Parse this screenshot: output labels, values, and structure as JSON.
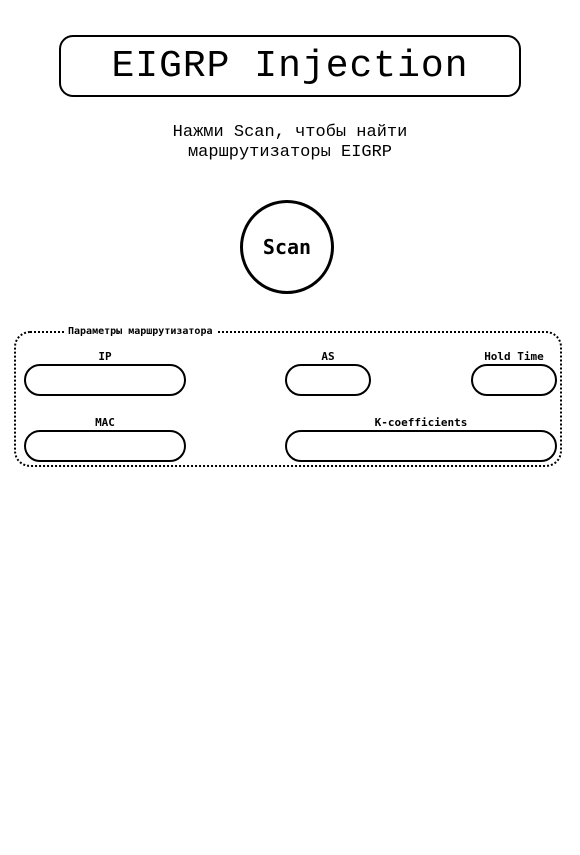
{
  "header": {
    "title": "EIGRP Injection"
  },
  "hint": {
    "line1": "Нажми Scan, чтобы найти",
    "line2": "маршрутизаторы EIGRP"
  },
  "scan": {
    "label": "Scan"
  },
  "router_params": {
    "legend": "Параметры маршрутизатора",
    "fields": {
      "ip": {
        "label": "IP",
        "value": ""
      },
      "as": {
        "label": "AS",
        "value": ""
      },
      "hold_time": {
        "label": "Hold Time",
        "value": ""
      },
      "mac": {
        "label": "MAC",
        "value": ""
      },
      "k_coefficients": {
        "label": "K-coefficients",
        "value": ""
      }
    }
  }
}
